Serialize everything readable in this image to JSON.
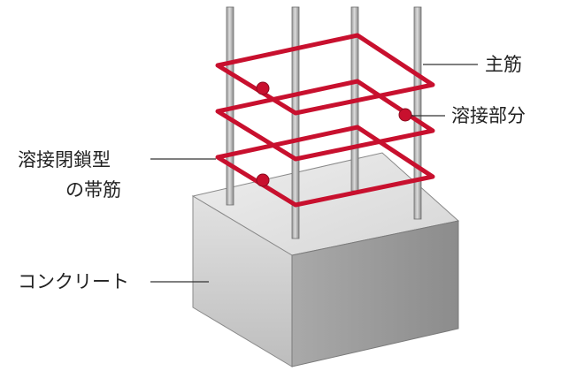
{
  "labels": {
    "main_rebar": "主筋",
    "weld_point": "溶接部分",
    "hoop_line1": "溶接閉鎖型",
    "hoop_line2": "の帯筋",
    "concrete": "コンクリート"
  },
  "colors": {
    "hoop": "#c8102e",
    "concrete_top": "#e4e4e4",
    "concrete_front": "#c9c9c9",
    "concrete_right": "#9e9e9e",
    "rebar": "#b8b8b8",
    "leader": "#333333"
  }
}
